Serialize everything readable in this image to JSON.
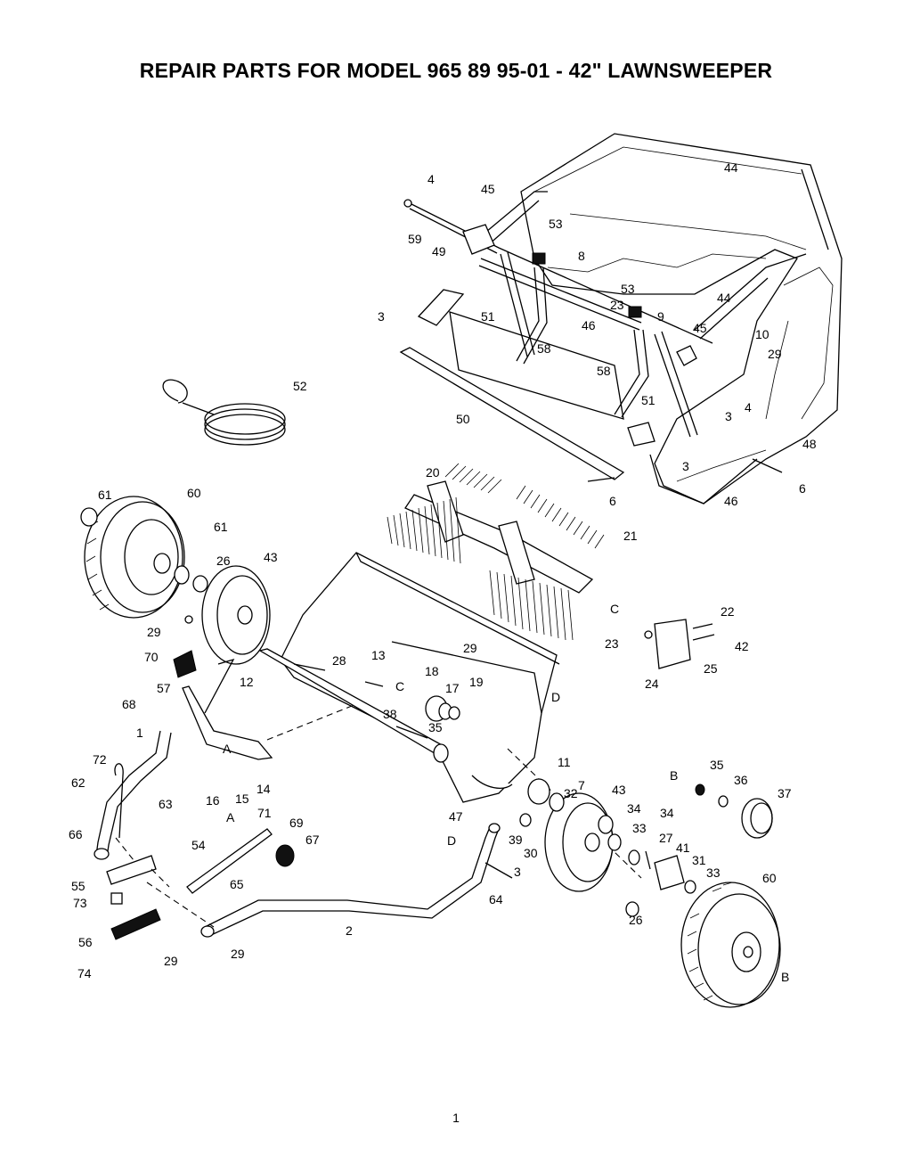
{
  "title": "REPAIR PARTS FOR MODEL 965 89 95-01 - 42\" LAWNSWEEPER",
  "page_number": "1",
  "callouts": [
    "1",
    "2",
    "3",
    "4",
    "6",
    "7",
    "8",
    "9",
    "10",
    "11",
    "12",
    "13",
    "14",
    "15",
    "16",
    "17",
    "18",
    "19",
    "20",
    "21",
    "22",
    "23",
    "24",
    "25",
    "26",
    "27",
    "28",
    "29",
    "30",
    "31",
    "32",
    "33",
    "34",
    "35",
    "36",
    "37",
    "38",
    "39",
    "41",
    "42",
    "43",
    "44",
    "45",
    "46",
    "47",
    "48",
    "49",
    "50",
    "51",
    "52",
    "53",
    "54",
    "55",
    "56",
    "57",
    "58",
    "59",
    "60",
    "61",
    "62",
    "63",
    "64",
    "65",
    "66",
    "67",
    "68",
    "69",
    "70",
    "71",
    "72",
    "73",
    "74",
    "A",
    "B",
    "C",
    "D"
  ]
}
